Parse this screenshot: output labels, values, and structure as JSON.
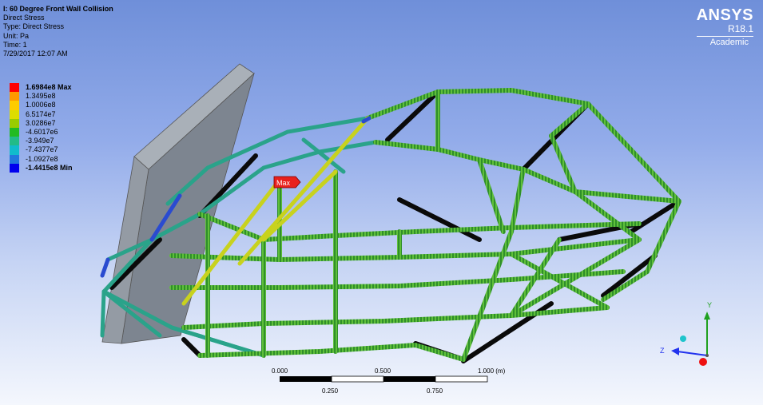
{
  "result": {
    "title": "I: 60 Degree Front Wall Collision",
    "subtitle": "Direct Stress",
    "type_line": "Type: Direct Stress",
    "unit_line": "Unit: Pa",
    "time_line": "Time: 1",
    "date_line": "7/29/2017 12:07 AM"
  },
  "legend": [
    {
      "label": "1.6984e8 Max",
      "color": "#ff0000"
    },
    {
      "label": "1.3495e8",
      "color": "#ff9900"
    },
    {
      "label": "1.0006e8",
      "color": "#ffcc00"
    },
    {
      "label": "6.5174e7",
      "color": "#dddd00"
    },
    {
      "label": "3.0286e7",
      "color": "#99cc00"
    },
    {
      "label": "-4.6017e6",
      "color": "#22bb22"
    },
    {
      "label": "-3.949e7",
      "color": "#22bb88"
    },
    {
      "label": "-7.4377e7",
      "color": "#11bbcc"
    },
    {
      "label": "-1.0927e8",
      "color": "#2277dd"
    },
    {
      "label": "-1.4415e8 Min",
      "color": "#0000ee"
    }
  ],
  "logo": {
    "brand": "ANSYS",
    "version": "R18.1",
    "edition": "Academic"
  },
  "probe": {
    "label": "Max"
  },
  "scale": {
    "top_labels": [
      "0.000",
      "0.500",
      "1.000 (m)"
    ],
    "bottom_labels": [
      "0.250",
      "0.750"
    ]
  },
  "triad": {
    "y": "Y",
    "z": "Z"
  },
  "colors": {
    "tube_green": "#2f8f2a",
    "tube_teal": "#2aa38a",
    "tube_black": "#0a0a0a",
    "wall": "#7d8590"
  }
}
